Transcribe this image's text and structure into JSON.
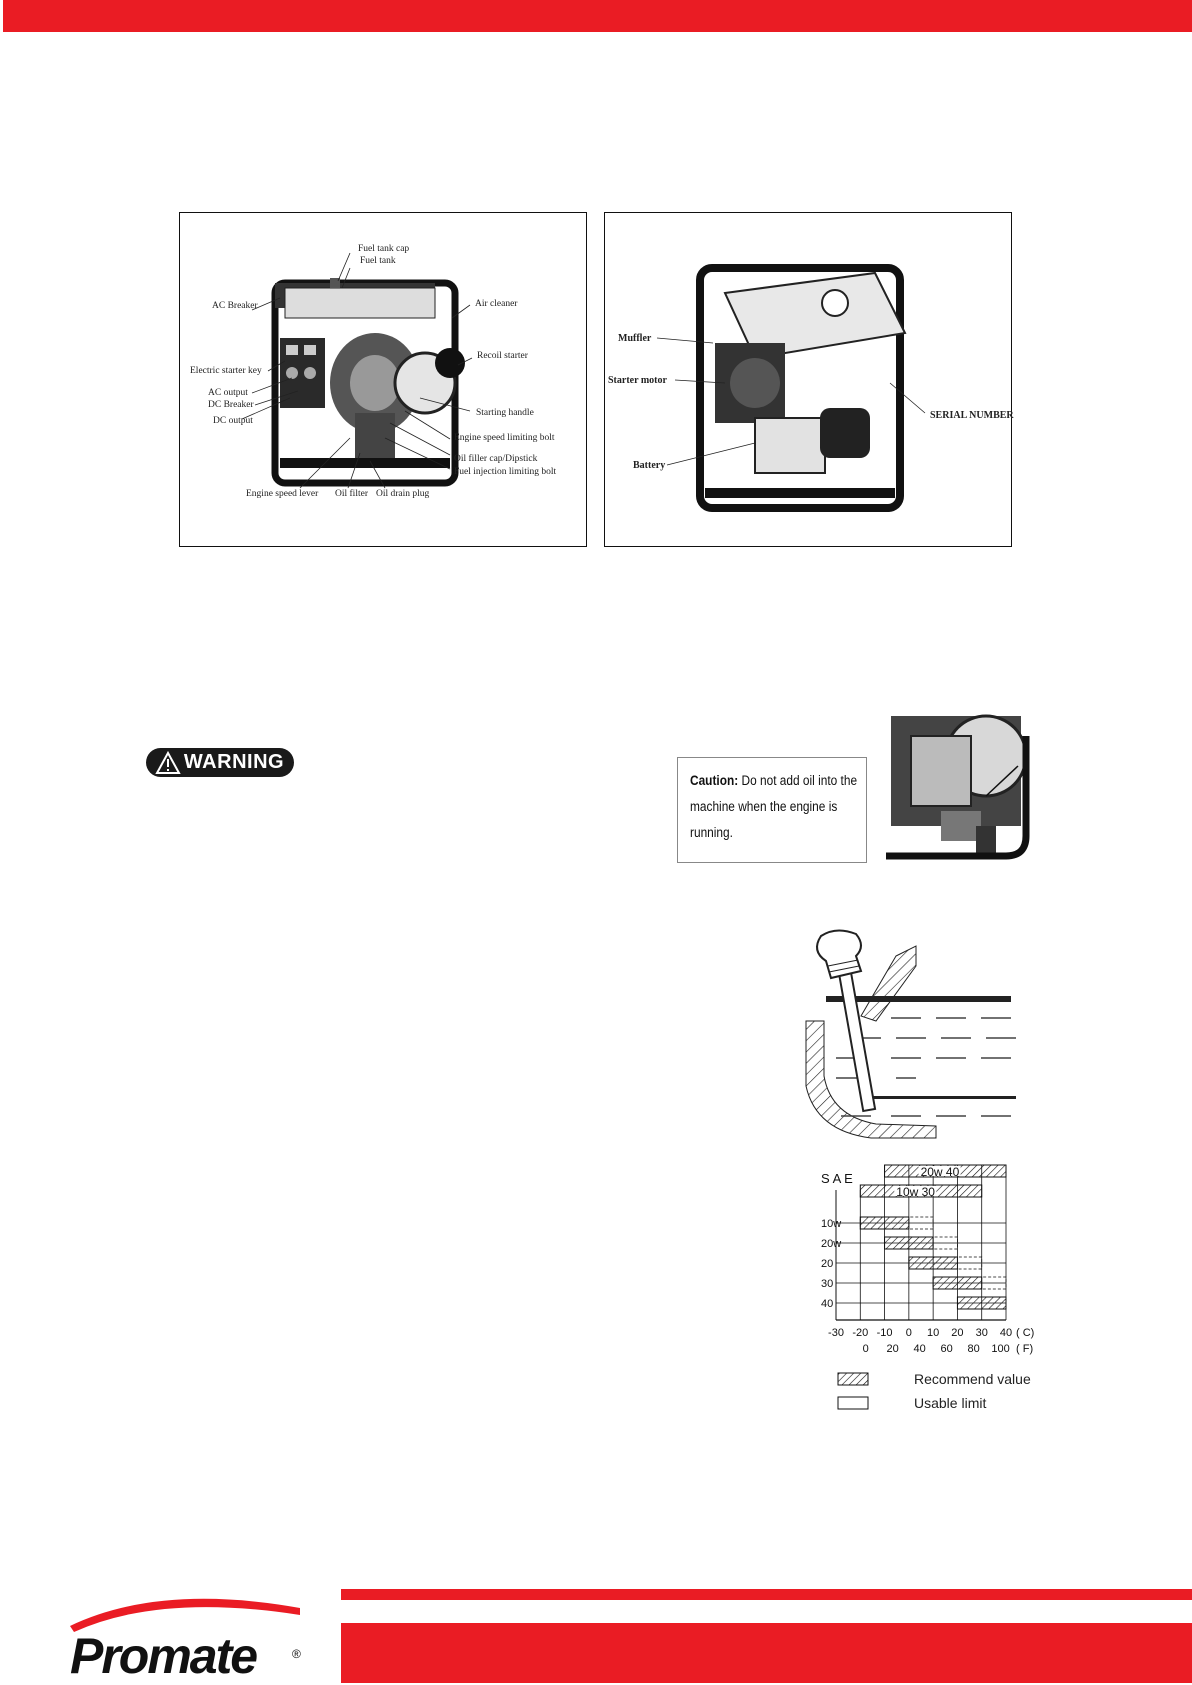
{
  "figure1": {
    "labels": {
      "fuel_tank_cap": "Fuel tank cap",
      "fuel_tank": "Fuel tank",
      "ac_breaker": "AC Breaker",
      "air_cleaner": "Air cleaner",
      "recoil_starter": "Recoil starter",
      "electric_starter_key": "Electric starter key",
      "ac_output": "AC output",
      "dc_breaker": "DC Breaker",
      "dc_output": "DC output",
      "starting_handle": "Starting handle",
      "engine_speed_limiting_bolt": "Engine speed limiting bolt",
      "oil_filler_cap": "Oil filler cap/Dipstick",
      "fuel_injection_limiting_bolt": "Fuel injection limiting bolt",
      "engine_speed_lever": "Engine speed lever",
      "oil_filter": "Oil filter",
      "oil_drain_plug": "Oil drain plug"
    }
  },
  "figure2": {
    "labels": {
      "muffler": "Muffler",
      "starter_motor": "Starter motor",
      "battery": "Battery",
      "serial_number": "SERIAL NUMBER"
    }
  },
  "warning": {
    "label": "WARNING",
    "icon": "warning-triangle-icon"
  },
  "caution": {
    "heading": "Caution:",
    "text": "Do not add oil into the machine when the engine is running."
  },
  "chart_data": {
    "type": "bar",
    "ylabel": "S A E",
    "categories": [
      "10w",
      "20w",
      "20",
      "30",
      "40"
    ],
    "multigrade": [
      {
        "name": "20w 40",
        "celsius_range": [
          -10,
          40
        ]
      },
      {
        "name": "10w 30",
        "celsius_range": [
          -20,
          30
        ]
      }
    ],
    "recommended_celsius": [
      {
        "grade": "10w",
        "range": [
          -20,
          0
        ]
      },
      {
        "grade": "20w",
        "range": [
          -10,
          10
        ]
      },
      {
        "grade": "20",
        "range": [
          0,
          20
        ]
      },
      {
        "grade": "30",
        "range": [
          10,
          30
        ]
      },
      {
        "grade": "40",
        "range": [
          20,
          40
        ]
      }
    ],
    "usable_limit_celsius": [
      {
        "grade": "10w",
        "range": [
          -20,
          10
        ]
      },
      {
        "grade": "20w",
        "range": [
          -10,
          20
        ]
      },
      {
        "grade": "20",
        "range": [
          0,
          30
        ]
      },
      {
        "grade": "30",
        "range": [
          10,
          40
        ]
      }
    ],
    "x_celsius_ticks": [
      "-30",
      "-20",
      "-10",
      "0",
      "10",
      "20",
      "30",
      "40"
    ],
    "x_celsius_unit": "( C)",
    "x_fahrenheit_ticks": [
      "0",
      "20",
      "40",
      "60",
      "80",
      "100"
    ],
    "x_fahrenheit_unit": "( F)",
    "xlim_celsius": [
      -30,
      40
    ],
    "legend": {
      "recommended": "Recommend value",
      "usable": "Usable limit"
    }
  },
  "logo": {
    "text": "Promate",
    "registered": "®"
  },
  "colors": {
    "brand_red": "#ea1c24",
    "ink": "#111111"
  }
}
